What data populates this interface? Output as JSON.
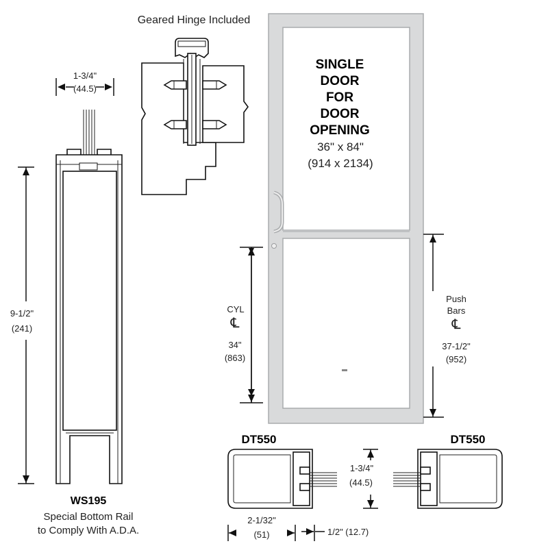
{
  "hinge": {
    "title": "Geared Hinge Included"
  },
  "door": {
    "title_lines": [
      "SINGLE",
      "DOOR",
      "FOR",
      "DOOR",
      "OPENING"
    ],
    "size_imperial": "36\" x 84\"",
    "size_metric": "(914 x 2134)"
  },
  "rail": {
    "top_dim": "1-3/4\"",
    "top_dim_metric": "(44.5)",
    "height_dim": "9-1/2\"",
    "height_dim_metric": "(241)",
    "name": "WS195",
    "caption_line1": "Special Bottom Rail",
    "caption_line2": "to Comply With A.D.A."
  },
  "cylinder": {
    "label": "CYL",
    "center_symbol": "℄",
    "dim": "34\"",
    "dim_metric": "(863)"
  },
  "push_bars": {
    "label_line1": "Push",
    "label_line2": "Bars",
    "center_symbol": "℄",
    "dim": "37-1/2\"",
    "dim_metric": "(952)"
  },
  "stiles": {
    "left_name": "DT550",
    "right_name": "DT550",
    "depth_dim": "1-3/4\"",
    "depth_dim_metric": "(44.5)",
    "width_dim": "2-1/32\"",
    "width_dim_metric": "(51)",
    "gap_dim": "1/2\" (12.7)"
  },
  "colors": {
    "door_frame": "#d9dadb",
    "door_frame_stroke": "#a9abad",
    "line": "#111111",
    "background": "#ffffff"
  }
}
